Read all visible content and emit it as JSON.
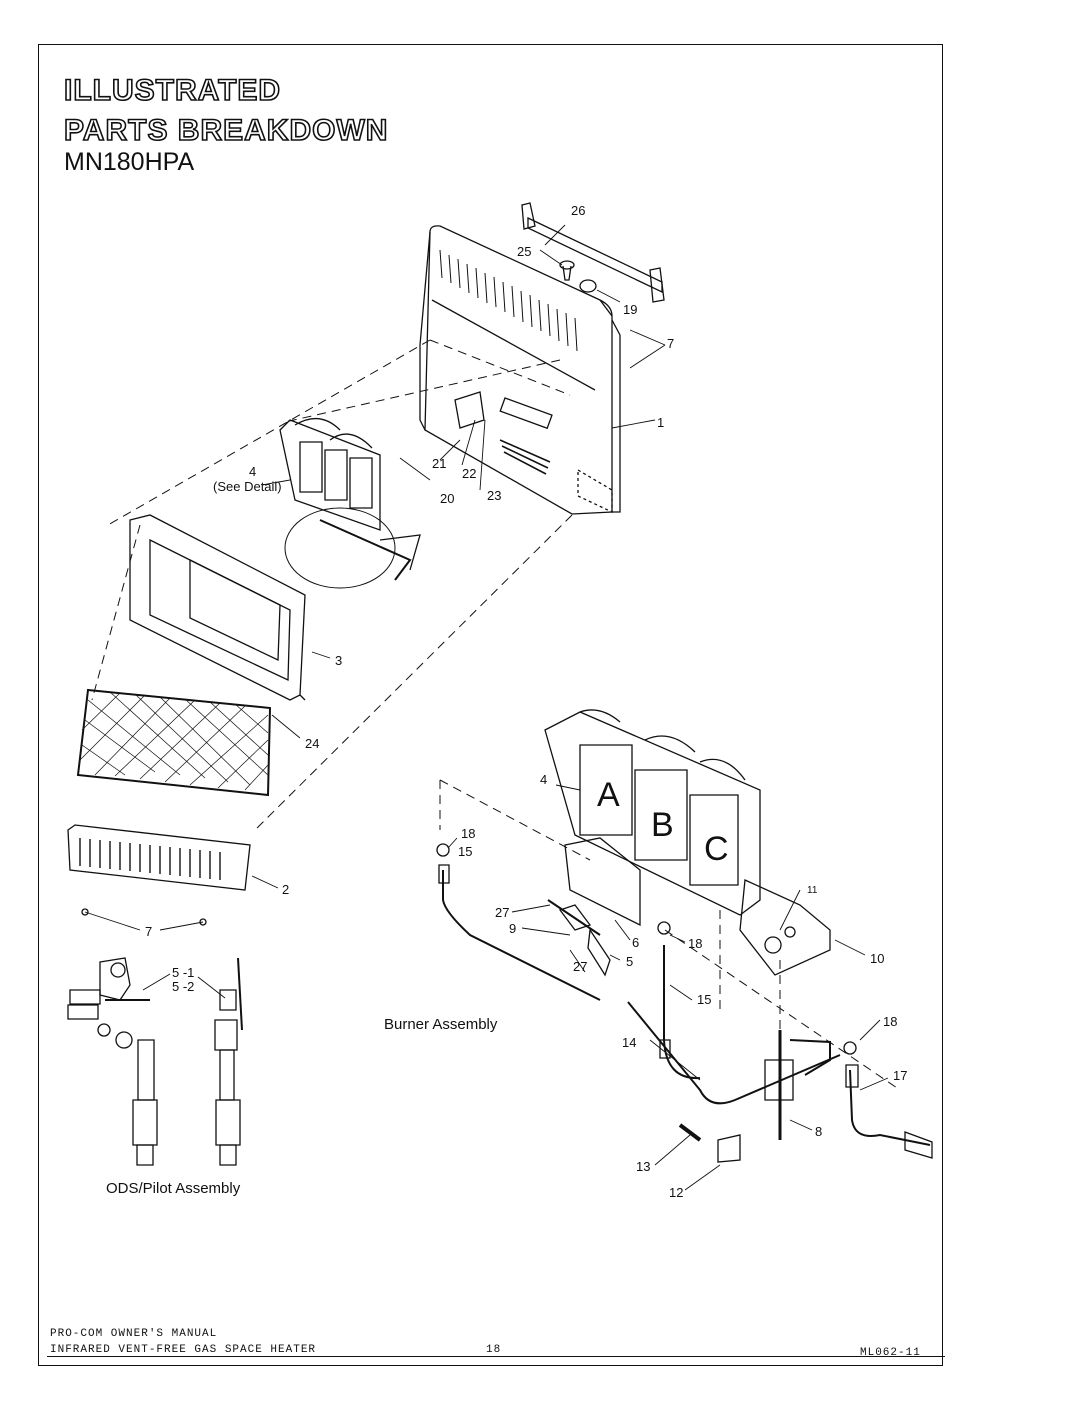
{
  "header": {
    "title_line1": "ILLUSTRATED",
    "title_line2": "PARTS BREAKDOWN",
    "model": "MN180HPA"
  },
  "callouts": {
    "c26": "26",
    "c25": "25",
    "c19": "19",
    "c7a": "7",
    "c1": "1",
    "c4a": "4",
    "see_detail": "(See Detail)",
    "c21": "21",
    "c22": "22",
    "c20": "20",
    "c23": "23",
    "c3": "3",
    "c24": "24",
    "c2": "2",
    "c7b": "7",
    "c5_1": "5 -1",
    "c5_2": "5 -2",
    "c4b": "4",
    "c18a": "18",
    "c15a": "15",
    "c11": "11",
    "c10": "10",
    "c27a": "27",
    "c9": "9",
    "c6": "6",
    "c18b": "18",
    "c5": "5",
    "c27b": "27",
    "c15b": "15",
    "c18c": "18",
    "c14": "14",
    "c17": "17",
    "c8": "8",
    "c13": "13",
    "c12": "12"
  },
  "panel_letters": [
    "A",
    "B",
    "C"
  ],
  "captions": {
    "ods_pilot": "ODS/Pilot Assembly",
    "burner": "Burner Assembly"
  },
  "footer": {
    "line1": "PRO-COM OWNER'S MANUAL",
    "line2": "INFRARED VENT-FREE GAS SPACE HEATER",
    "page": "18",
    "code": "ML062-11"
  }
}
